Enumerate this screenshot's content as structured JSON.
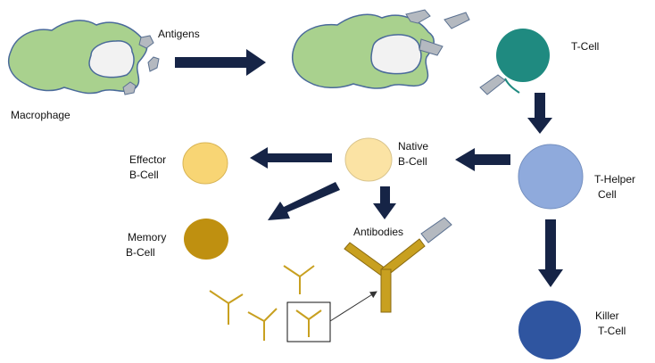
{
  "labels": {
    "antigens": "Antigens",
    "macrophage": "Macrophage",
    "t_cell": "T-Cell",
    "effector_b_cell": [
      "Effector",
      "B-Cell"
    ],
    "native_b_cell": [
      "Native",
      "B-Cell"
    ],
    "t_helper_cell": [
      "T-Helper",
      "Cell"
    ],
    "memory_b_cell": [
      "Memory",
      "B-Cell"
    ],
    "antibodies": "Antibodies",
    "killer_t_cell": [
      "Killer",
      "T-Cell"
    ]
  },
  "colors": {
    "macrophage_fill": "#a9d18e",
    "macrophage_stroke": "#4a6a9a",
    "nucleus_fill": "#f2f2f2",
    "antigen_fill": "#b4b9c0",
    "arrow": "#162446",
    "t_cell": "#1f8a80",
    "t_helper_cell": "#8faadc",
    "native_b_cell": "#fbe3a4",
    "effector_b_cell": "#f8d574",
    "memory_b_cell": "#bf9010",
    "killer_t_cell": "#2f55a0",
    "antibody": "#c8a020"
  }
}
